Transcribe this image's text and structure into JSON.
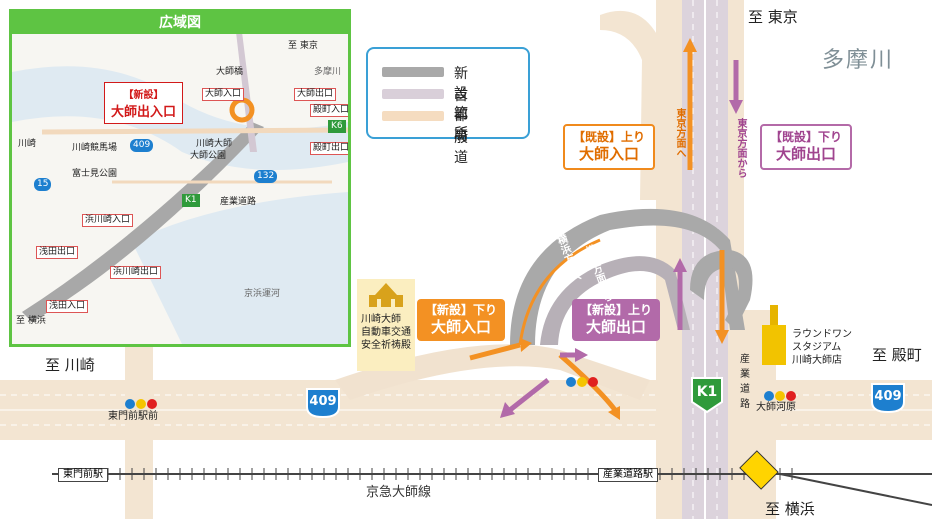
{
  "directions": {
    "tokyo": "至 東京",
    "kawasaki": "至 川崎",
    "tonomachi": "至 殿町",
    "yokohama": "至 横浜"
  },
  "river": "多摩川",
  "legend": {
    "items": [
      {
        "label": "新設箇所",
        "color": "#a9a9a9"
      },
      {
        "label": "首都高",
        "color": "#d9cfd9"
      },
      {
        "label": "一般道",
        "color": "#f5dcc0"
      }
    ]
  },
  "callouts": {
    "existing_up": {
      "tag": "【既設】上り",
      "name": "大師入口"
    },
    "existing_down": {
      "tag": "【既設】下り",
      "name": "大師出口"
    },
    "new_down": {
      "tag": "【新設】下り",
      "name": "大師入口"
    },
    "new_up": {
      "tag": "【新設】上り",
      "name": "大師出口"
    }
  },
  "ramp_labels": {
    "tokyo_bound": "東京方面へ",
    "from_tokyo": "東京方面から",
    "yokohama_bound": "横浜方面へ",
    "from_yokohama": "横浜方面から"
  },
  "landmarks": {
    "shrine": "川崎大師\n自動車交通\n安全祈祷殿",
    "round1": "ラウンドワン\nスタジアム\n川崎大師店"
  },
  "signs": {
    "route409": "409",
    "k1": "K1"
  },
  "intersections": {
    "higashimonzen": "東門前駅前",
    "daishigawara": "大師河原"
  },
  "road_label": "産\n業\n道\n路",
  "stations": {
    "higashimonzen": "東門前駅",
    "sangyodoro": "産業道路駅"
  },
  "railway": "京急大師線",
  "colors": {
    "orange": "#f39123",
    "purple": "#b26aa9",
    "green": "#5ec443",
    "blue": "#3aa0d6"
  },
  "inset": {
    "title": "広域図",
    "new_tag": "【新設】",
    "new_name": "大師出入口",
    "labels": {
      "tokyo": "至 東京",
      "tamagawa": "多摩川",
      "daishibashi": "大師橋",
      "daishi_in": "大師入口",
      "daishi_out": "大師出口",
      "tonomachi_in": "殿町入口",
      "tonomachi_out": "殿町出口",
      "kawasaki": "川崎",
      "keiba": "川崎競馬場",
      "daishi_station": "川崎大師",
      "daishi_park": "大師公園",
      "fujimi_park": "富士見公園",
      "sangyo": "産業道路",
      "hama_in": "浜川崎入口",
      "hama_out": "浜川崎出口",
      "asada_out": "浅田出口",
      "asada_in": "浅田入口",
      "keihin_canal": "京浜運河",
      "yokohama": "至 横浜",
      "r409": "409",
      "r15": "15",
      "r132": "132",
      "k1": "K1",
      "k6": "K6"
    }
  }
}
